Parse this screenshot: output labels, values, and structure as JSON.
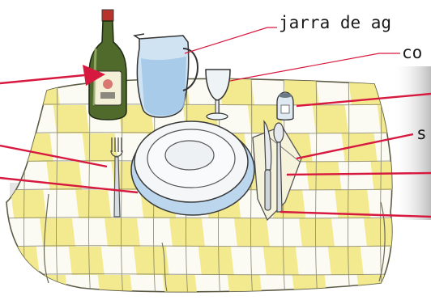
{
  "labels": {
    "jarra": "jarra de ag",
    "copa": "co",
    "servilleta": "s"
  },
  "colors": {
    "cloth_yellow": "#f3e98a",
    "cloth_white": "#fbfbf4",
    "cloth_line": "#7d7b63",
    "pointer_red": "#d7193f",
    "bottle_green": "#4f6a2b",
    "water_blue": "#cfe3f3",
    "plate_blue": "#bcd6ee"
  },
  "icons": {
    "bottle": "wine-bottle-icon",
    "pitcher": "water-pitcher-icon",
    "glass": "wine-glass-icon",
    "salt": "salt-shaker-icon",
    "plate": "plate-icon",
    "fork": "fork-icon",
    "knife": "knife-icon",
    "spoon": "spoon-icon",
    "napkin": "napkin-icon"
  }
}
